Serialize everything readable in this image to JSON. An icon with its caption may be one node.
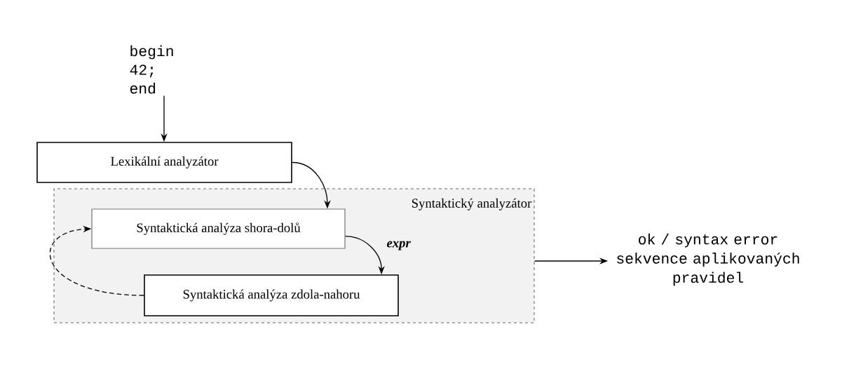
{
  "diagram": {
    "nodes": [
      {
        "text": [
          "begin 42; end"
        ]
      },
      {
        "text": [
          "Lexikální analyzátor"
        ]
      },
      {
        "text": [
          "Syntaktický analyzátor"
        ]
      },
      {
        "text": [
          "Syntaktická analýza shora-dolů"
        ],
        "in": 2
      },
      {
        "text": [
          "Syntaktická analýza zdola-nahoru"
        ],
        "in": 2
      },
      {
        "text": [
          "ok / syntax error",
          "sekvence aplikovaných pravidel"
        ]
      }
    ],
    "edges": [
      {
        "from": 0,
        "to": 1,
        "arrow": "to"
      },
      {
        "from": 1,
        "to": 3,
        "arrow": "to"
      },
      {
        "from": 3,
        "to": 4,
        "arrow": "to",
        "label": "expr"
      },
      {
        "from": 4,
        "to": 3,
        "arrow": "to",
        "style": "dashed"
      },
      {
        "from": 2,
        "to": 5,
        "arrow": "to"
      }
    ]
  }
}
